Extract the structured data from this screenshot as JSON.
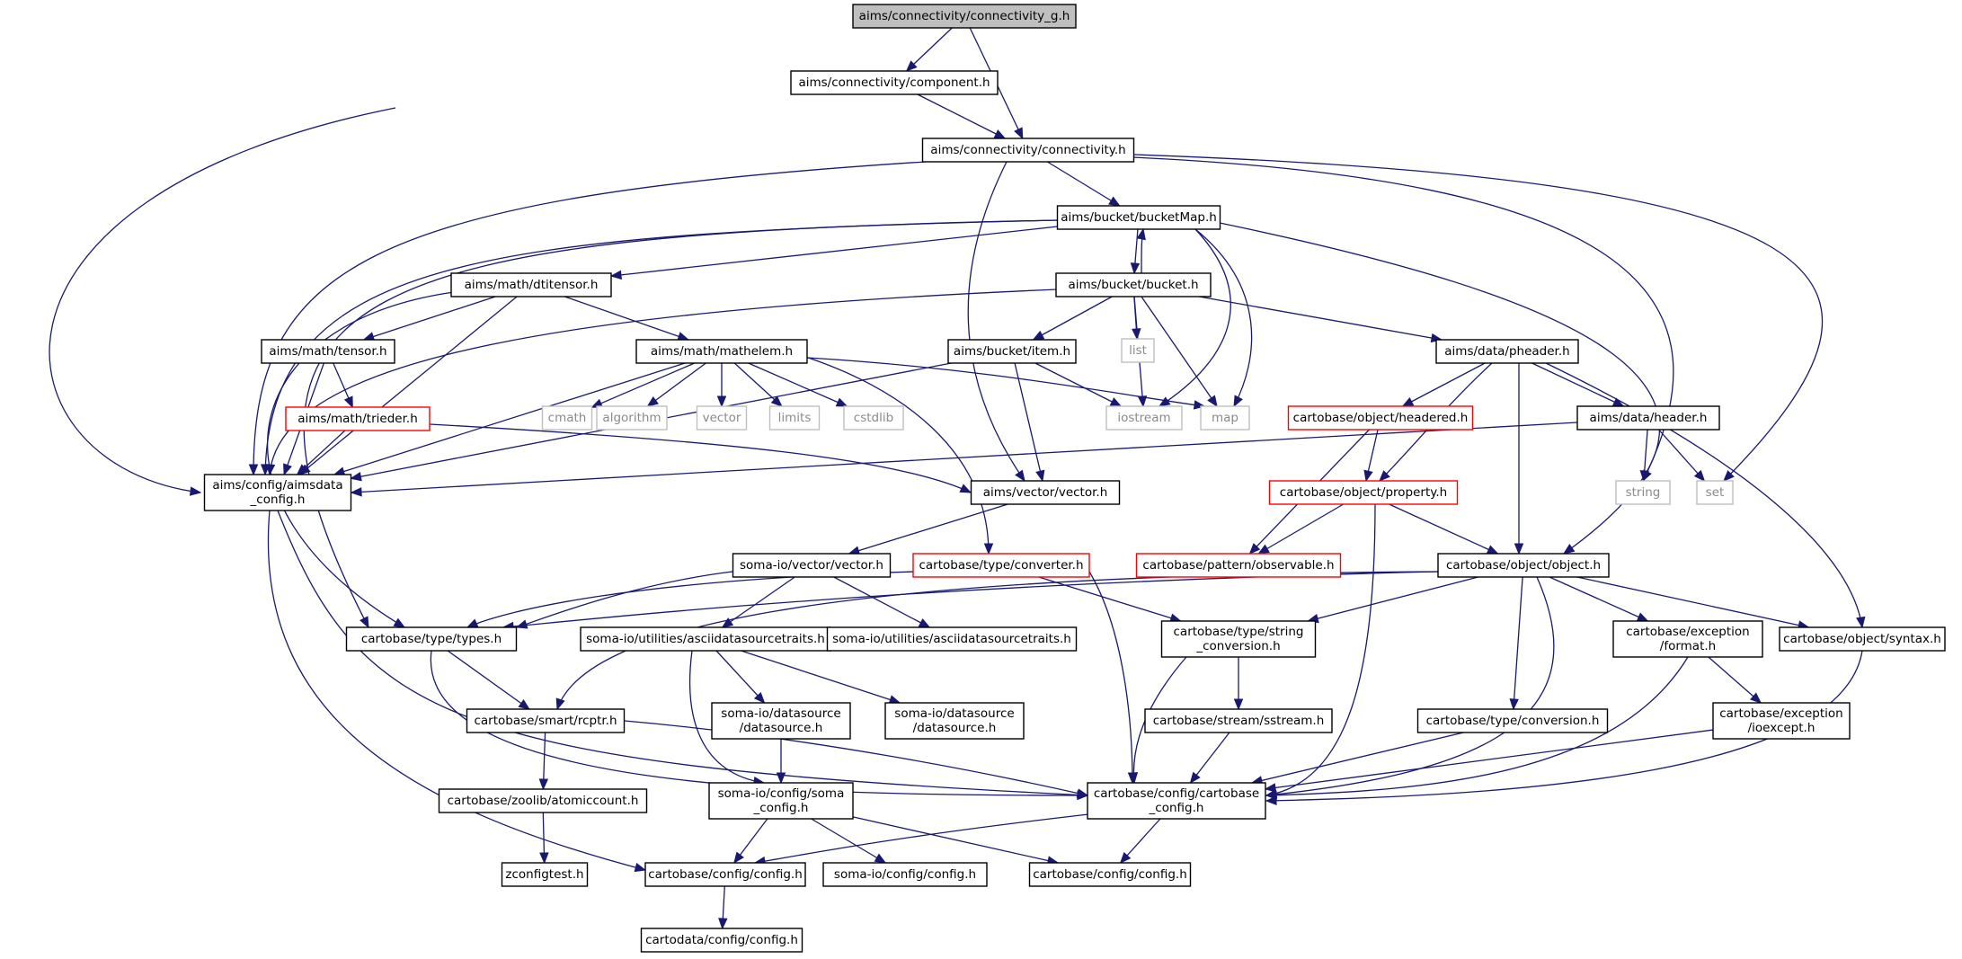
{
  "colors": {
    "edge": "#191970",
    "normal_border": "#000000",
    "truncated_border": "#ff0000",
    "external_border": "#bfbfbf",
    "root_fill": "#bfbfbf",
    "external_text": "#8a8a8a"
  },
  "nodes": [
    {
      "id": "root",
      "kind": "root",
      "lines": [
        "aims/connectivity/connectivity_g.h"
      ]
    },
    {
      "id": "component",
      "kind": "normal",
      "lines": [
        "aims/connectivity/component.h"
      ]
    },
    {
      "id": "connectivity",
      "kind": "normal",
      "lines": [
        "aims/connectivity/connectivity.h"
      ]
    },
    {
      "id": "bucketMap",
      "kind": "normal",
      "lines": [
        "aims/bucket/bucketMap.h"
      ]
    },
    {
      "id": "dtitensor",
      "kind": "normal",
      "lines": [
        "aims/math/dtitensor.h"
      ]
    },
    {
      "id": "bucket",
      "kind": "normal",
      "lines": [
        "aims/bucket/bucket.h"
      ]
    },
    {
      "id": "list",
      "kind": "external",
      "lines": [
        "list"
      ]
    },
    {
      "id": "tensor",
      "kind": "normal",
      "lines": [
        "aims/math/tensor.h"
      ]
    },
    {
      "id": "mathelem",
      "kind": "normal",
      "lines": [
        "aims/math/mathelem.h"
      ]
    },
    {
      "id": "item",
      "kind": "normal",
      "lines": [
        "aims/bucket/item.h"
      ]
    },
    {
      "id": "pheader",
      "kind": "normal",
      "lines": [
        "aims/data/pheader.h"
      ]
    },
    {
      "id": "trieder",
      "kind": "truncated",
      "lines": [
        "aims/math/trieder.h"
      ]
    },
    {
      "id": "cmath",
      "kind": "external",
      "lines": [
        "cmath"
      ]
    },
    {
      "id": "algorithm",
      "kind": "external",
      "lines": [
        "algorithm"
      ]
    },
    {
      "id": "vector",
      "kind": "external",
      "lines": [
        "vector"
      ]
    },
    {
      "id": "limits",
      "kind": "external",
      "lines": [
        "limits"
      ]
    },
    {
      "id": "cstdlib",
      "kind": "external",
      "lines": [
        "cstdlib"
      ]
    },
    {
      "id": "iostream",
      "kind": "external",
      "lines": [
        "iostream"
      ]
    },
    {
      "id": "map",
      "kind": "external",
      "lines": [
        "map"
      ]
    },
    {
      "id": "headered",
      "kind": "truncated",
      "lines": [
        "cartobase/object/headered.h"
      ]
    },
    {
      "id": "header",
      "kind": "normal",
      "lines": [
        "aims/data/header.h"
      ]
    },
    {
      "id": "aimsdata_config",
      "kind": "normal",
      "lines": [
        "aims/config/aimsdata",
        "_config.h"
      ]
    },
    {
      "id": "aims_vector",
      "kind": "normal",
      "lines": [
        "aims/vector/vector.h"
      ]
    },
    {
      "id": "property",
      "kind": "truncated",
      "lines": [
        "cartobase/object/property.h"
      ]
    },
    {
      "id": "string",
      "kind": "external",
      "lines": [
        "string"
      ]
    },
    {
      "id": "set",
      "kind": "external",
      "lines": [
        "set"
      ]
    },
    {
      "id": "soma_vector",
      "kind": "normal",
      "lines": [
        "soma-io/vector/vector.h"
      ]
    },
    {
      "id": "converter",
      "kind": "truncated",
      "lines": [
        "cartobase/type/converter.h"
      ]
    },
    {
      "id": "observable",
      "kind": "truncated",
      "lines": [
        "cartobase/pattern/observable.h"
      ]
    },
    {
      "id": "object",
      "kind": "normal",
      "lines": [
        "cartobase/object/object.h"
      ]
    },
    {
      "id": "types",
      "kind": "normal",
      "lines": [
        "cartobase/type/types.h"
      ]
    },
    {
      "id": "asciitraits1",
      "kind": "normal",
      "lines": [
        "soma-io/utilities/asciidatasourcetraits.h"
      ]
    },
    {
      "id": "asciitraits2",
      "kind": "normal",
      "lines": [
        "soma-io/utilities/asciidatasourcetraits.h"
      ]
    },
    {
      "id": "string_conversion",
      "kind": "normal",
      "lines": [
        "cartobase/type/string",
        "_conversion.h"
      ]
    },
    {
      "id": "exc_format",
      "kind": "normal",
      "lines": [
        "cartobase/exception",
        "/format.h"
      ]
    },
    {
      "id": "syntax",
      "kind": "normal",
      "lines": [
        "cartobase/object/syntax.h"
      ]
    },
    {
      "id": "rcptr",
      "kind": "normal",
      "lines": [
        "cartobase/smart/rcptr.h"
      ]
    },
    {
      "id": "datasource1",
      "kind": "normal",
      "lines": [
        "soma-io/datasource",
        "/datasource.h"
      ]
    },
    {
      "id": "datasource2",
      "kind": "normal",
      "lines": [
        "soma-io/datasource",
        "/datasource.h"
      ]
    },
    {
      "id": "sstream",
      "kind": "normal",
      "lines": [
        "cartobase/stream/sstream.h"
      ]
    },
    {
      "id": "conversion",
      "kind": "normal",
      "lines": [
        "cartobase/type/conversion.h"
      ]
    },
    {
      "id": "ioexcept",
      "kind": "normal",
      "lines": [
        "cartobase/exception",
        "/ioexcept.h"
      ]
    },
    {
      "id": "atomiccount",
      "kind": "normal",
      "lines": [
        "cartobase/zoolib/atomiccount.h"
      ]
    },
    {
      "id": "soma_config",
      "kind": "normal",
      "lines": [
        "soma-io/config/soma",
        "_config.h"
      ]
    },
    {
      "id": "cartobase_config",
      "kind": "normal",
      "lines": [
        "cartobase/config/cartobase",
        "_config.h"
      ]
    },
    {
      "id": "zconfigtest",
      "kind": "normal",
      "lines": [
        "zconfigtest.h"
      ]
    },
    {
      "id": "cb_config1",
      "kind": "normal",
      "lines": [
        "cartobase/config/config.h"
      ]
    },
    {
      "id": "soma_io_config",
      "kind": "normal",
      "lines": [
        "soma-io/config/config.h"
      ]
    },
    {
      "id": "cb_config2",
      "kind": "normal",
      "lines": [
        "cartobase/config/config.h"
      ]
    },
    {
      "id": "cartodata_config",
      "kind": "normal",
      "lines": [
        "cartodata/config/config.h"
      ]
    }
  ],
  "edges": [
    [
      "root",
      "component"
    ],
    [
      "root",
      "connectivity"
    ],
    [
      "component",
      "connectivity"
    ],
    [
      "component",
      "aimsdata_config"
    ],
    [
      "connectivity",
      "bucketMap"
    ],
    [
      "connectivity",
      "aimsdata_config"
    ],
    [
      "connectivity",
      "aims_vector"
    ],
    [
      "connectivity",
      "string"
    ],
    [
      "connectivity",
      "set"
    ],
    [
      "bucketMap",
      "bucket"
    ],
    [
      "bucketMap",
      "dtitensor"
    ],
    [
      "bucketMap",
      "aimsdata_config"
    ],
    [
      "bucketMap",
      "types"
    ],
    [
      "bucketMap",
      "iostream"
    ],
    [
      "bucketMap",
      "map"
    ],
    [
      "bucketMap",
      "object"
    ],
    [
      "bucket",
      "bucketMap"
    ],
    [
      "bucket",
      "list"
    ],
    [
      "bucket",
      "item"
    ],
    [
      "bucket",
      "pheader"
    ],
    [
      "bucket",
      "aimsdata_config"
    ],
    [
      "bucket",
      "iostream"
    ],
    [
      "bucket",
      "map"
    ],
    [
      "dtitensor",
      "tensor"
    ],
    [
      "dtitensor",
      "mathelem"
    ],
    [
      "dtitensor",
      "aimsdata_config"
    ],
    [
      "dtitensor",
      "types"
    ],
    [
      "tensor",
      "trieder"
    ],
    [
      "tensor",
      "aimsdata_config"
    ],
    [
      "trieder",
      "aimsdata_config"
    ],
    [
      "trieder",
      "aims_vector"
    ],
    [
      "mathelem",
      "cmath"
    ],
    [
      "mathelem",
      "algorithm"
    ],
    [
      "mathelem",
      "vector"
    ],
    [
      "mathelem",
      "limits"
    ],
    [
      "mathelem",
      "cstdlib"
    ],
    [
      "mathelem",
      "aimsdata_config"
    ],
    [
      "mathelem",
      "converter"
    ],
    [
      "mathelem",
      "map"
    ],
    [
      "item",
      "iostream"
    ],
    [
      "item",
      "aims_vector"
    ],
    [
      "item",
      "aimsdata_config"
    ],
    [
      "pheader",
      "headered"
    ],
    [
      "pheader",
      "property"
    ],
    [
      "pheader",
      "header"
    ],
    [
      "pheader",
      "object"
    ],
    [
      "pheader",
      "syntax"
    ],
    [
      "headered",
      "property"
    ],
    [
      "headered",
      "observable"
    ],
    [
      "header",
      "aimsdata_config"
    ],
    [
      "header",
      "string"
    ],
    [
      "header",
      "set"
    ],
    [
      "property",
      "observable"
    ],
    [
      "property",
      "object"
    ],
    [
      "property",
      "cartobase_config"
    ],
    [
      "aimsdata_config",
      "cartobase_config"
    ],
    [
      "aimsdata_config",
      "cb_config1"
    ],
    [
      "aims_vector",
      "soma_vector"
    ],
    [
      "soma_vector",
      "asciitraits1"
    ],
    [
      "soma_vector",
      "asciitraits2"
    ],
    [
      "soma_vector",
      "types"
    ],
    [
      "converter",
      "types"
    ],
    [
      "converter",
      "string_conversion"
    ],
    [
      "converter",
      "cartobase_config"
    ],
    [
      "object",
      "types"
    ],
    [
      "object",
      "rcptr"
    ],
    [
      "object",
      "string_conversion"
    ],
    [
      "object",
      "conversion"
    ],
    [
      "object",
      "exc_format"
    ],
    [
      "object",
      "syntax"
    ],
    [
      "object",
      "cartobase_config"
    ],
    [
      "types",
      "rcptr"
    ],
    [
      "types",
      "cartobase_config"
    ],
    [
      "asciitraits1",
      "datasource1"
    ],
    [
      "asciitraits1",
      "datasource2"
    ],
    [
      "asciitraits1",
      "soma_config"
    ],
    [
      "datasource1",
      "soma_config"
    ],
    [
      "string_conversion",
      "sstream"
    ],
    [
      "string_conversion",
      "cartobase_config"
    ],
    [
      "sstream",
      "cartobase_config"
    ],
    [
      "conversion",
      "cartobase_config"
    ],
    [
      "exc_format",
      "ioexcept"
    ],
    [
      "exc_format",
      "cartobase_config"
    ],
    [
      "ioexcept",
      "cartobase_config"
    ],
    [
      "syntax",
      "cartobase_config"
    ],
    [
      "rcptr",
      "atomiccount"
    ],
    [
      "rcptr",
      "cartobase_config"
    ],
    [
      "atomiccount",
      "zconfigtest"
    ],
    [
      "soma_config",
      "cb_config1"
    ],
    [
      "soma_config",
      "soma_io_config"
    ],
    [
      "soma_config",
      "cb_config2"
    ],
    [
      "cartobase_config",
      "cb_config1"
    ],
    [
      "cartobase_config",
      "cb_config2"
    ],
    [
      "cb_config1",
      "cartodata_config"
    ]
  ]
}
